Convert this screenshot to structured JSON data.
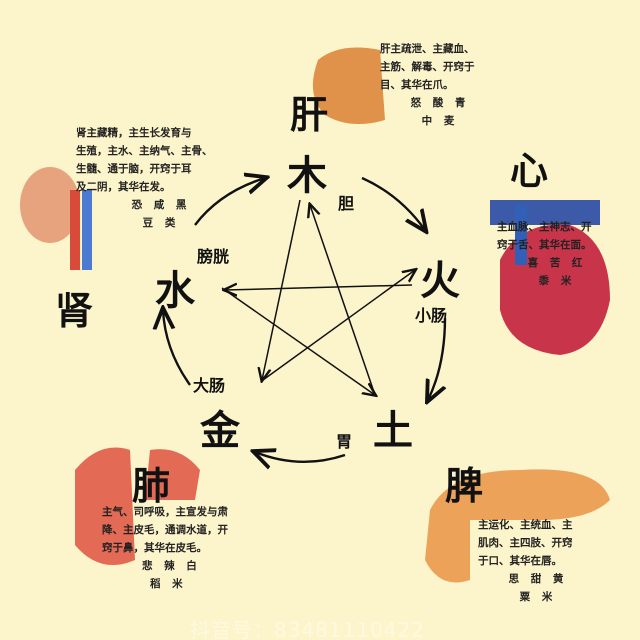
{
  "elements": {
    "wood": "木",
    "fire": "火",
    "earth": "土",
    "metal": "金",
    "water": "水"
  },
  "organs": {
    "liver": "肝",
    "heart": "心",
    "spleen": "脾",
    "lung": "肺",
    "kidney": "肾"
  },
  "fu_organs": {
    "gallbladder": "胆",
    "small_intestine": "小肠",
    "stomach": "胃",
    "large_intestine": "大肠",
    "bladder": "膀胱"
  },
  "descriptions": {
    "liver": {
      "lines": [
        "肝主疏泄、主藏血、",
        "主筋、解毒、开窍于",
        "目、其华在爪。"
      ],
      "emotion_taste_color": "怒 酸 青",
      "grain": "中 麦"
    },
    "kidney": {
      "lines": [
        "肾主藏精，主生长发育与",
        "生殖，主水、主纳气、主骨、",
        "生髓、通于脑，开窍于耳",
        "及二阴，其华在发。"
      ],
      "emotion_taste_color": "恐 咸 黑",
      "grain": "豆 类"
    },
    "heart": {
      "lines": [
        "主血脉、主神志、开",
        "窍于舌、其华在面。"
      ],
      "emotion_taste_color": "喜 苦 红",
      "grain": "黍 米"
    },
    "lung": {
      "lines": [
        "主气、司呼吸，主宣发与肃",
        "降、主皮毛，通调水道，开",
        "窍于鼻，其华在皮毛。"
      ],
      "emotion_taste_color": "悲 辣 白",
      "grain": "稻 米"
    },
    "spleen": {
      "lines": [
        "主运化、主统血、主",
        "肌肉、主四肢、开窍",
        "于口、其华在唇。"
      ],
      "emotion_taste_color": "思 甜 黄",
      "grain": "粟 米"
    }
  },
  "watermark": "抖音号：83481110422",
  "colors": {
    "background": "#fcf4cb",
    "text": "#111111",
    "liver": "#e0914a",
    "heart": "#c8344a",
    "spleen": "#eda25a",
    "lung": "#e36b55",
    "kidney": "#e7a37e"
  }
}
